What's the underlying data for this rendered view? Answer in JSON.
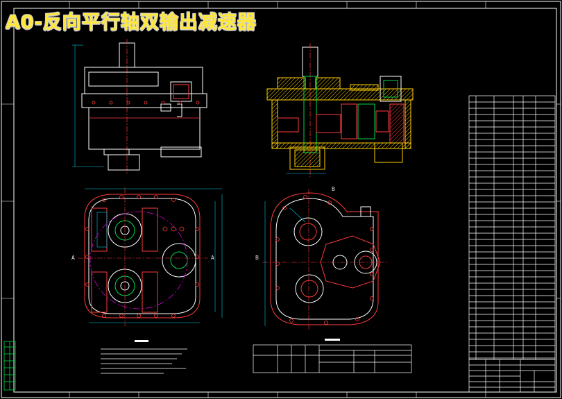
{
  "drawing": {
    "title": "A0-反向平行轴双输出减速器",
    "section_labels": [
      "A",
      "A",
      "B",
      "B"
    ],
    "colors": {
      "background": "#000000",
      "frame": "#ffffff",
      "title_text": "#ffe83a",
      "outline": "#ff3b3b",
      "hatch": "#ffd000",
      "gear": "#00d84a",
      "center_line": "#d000d0",
      "dimension": "#00c8e0",
      "text": "#ffffff"
    }
  }
}
